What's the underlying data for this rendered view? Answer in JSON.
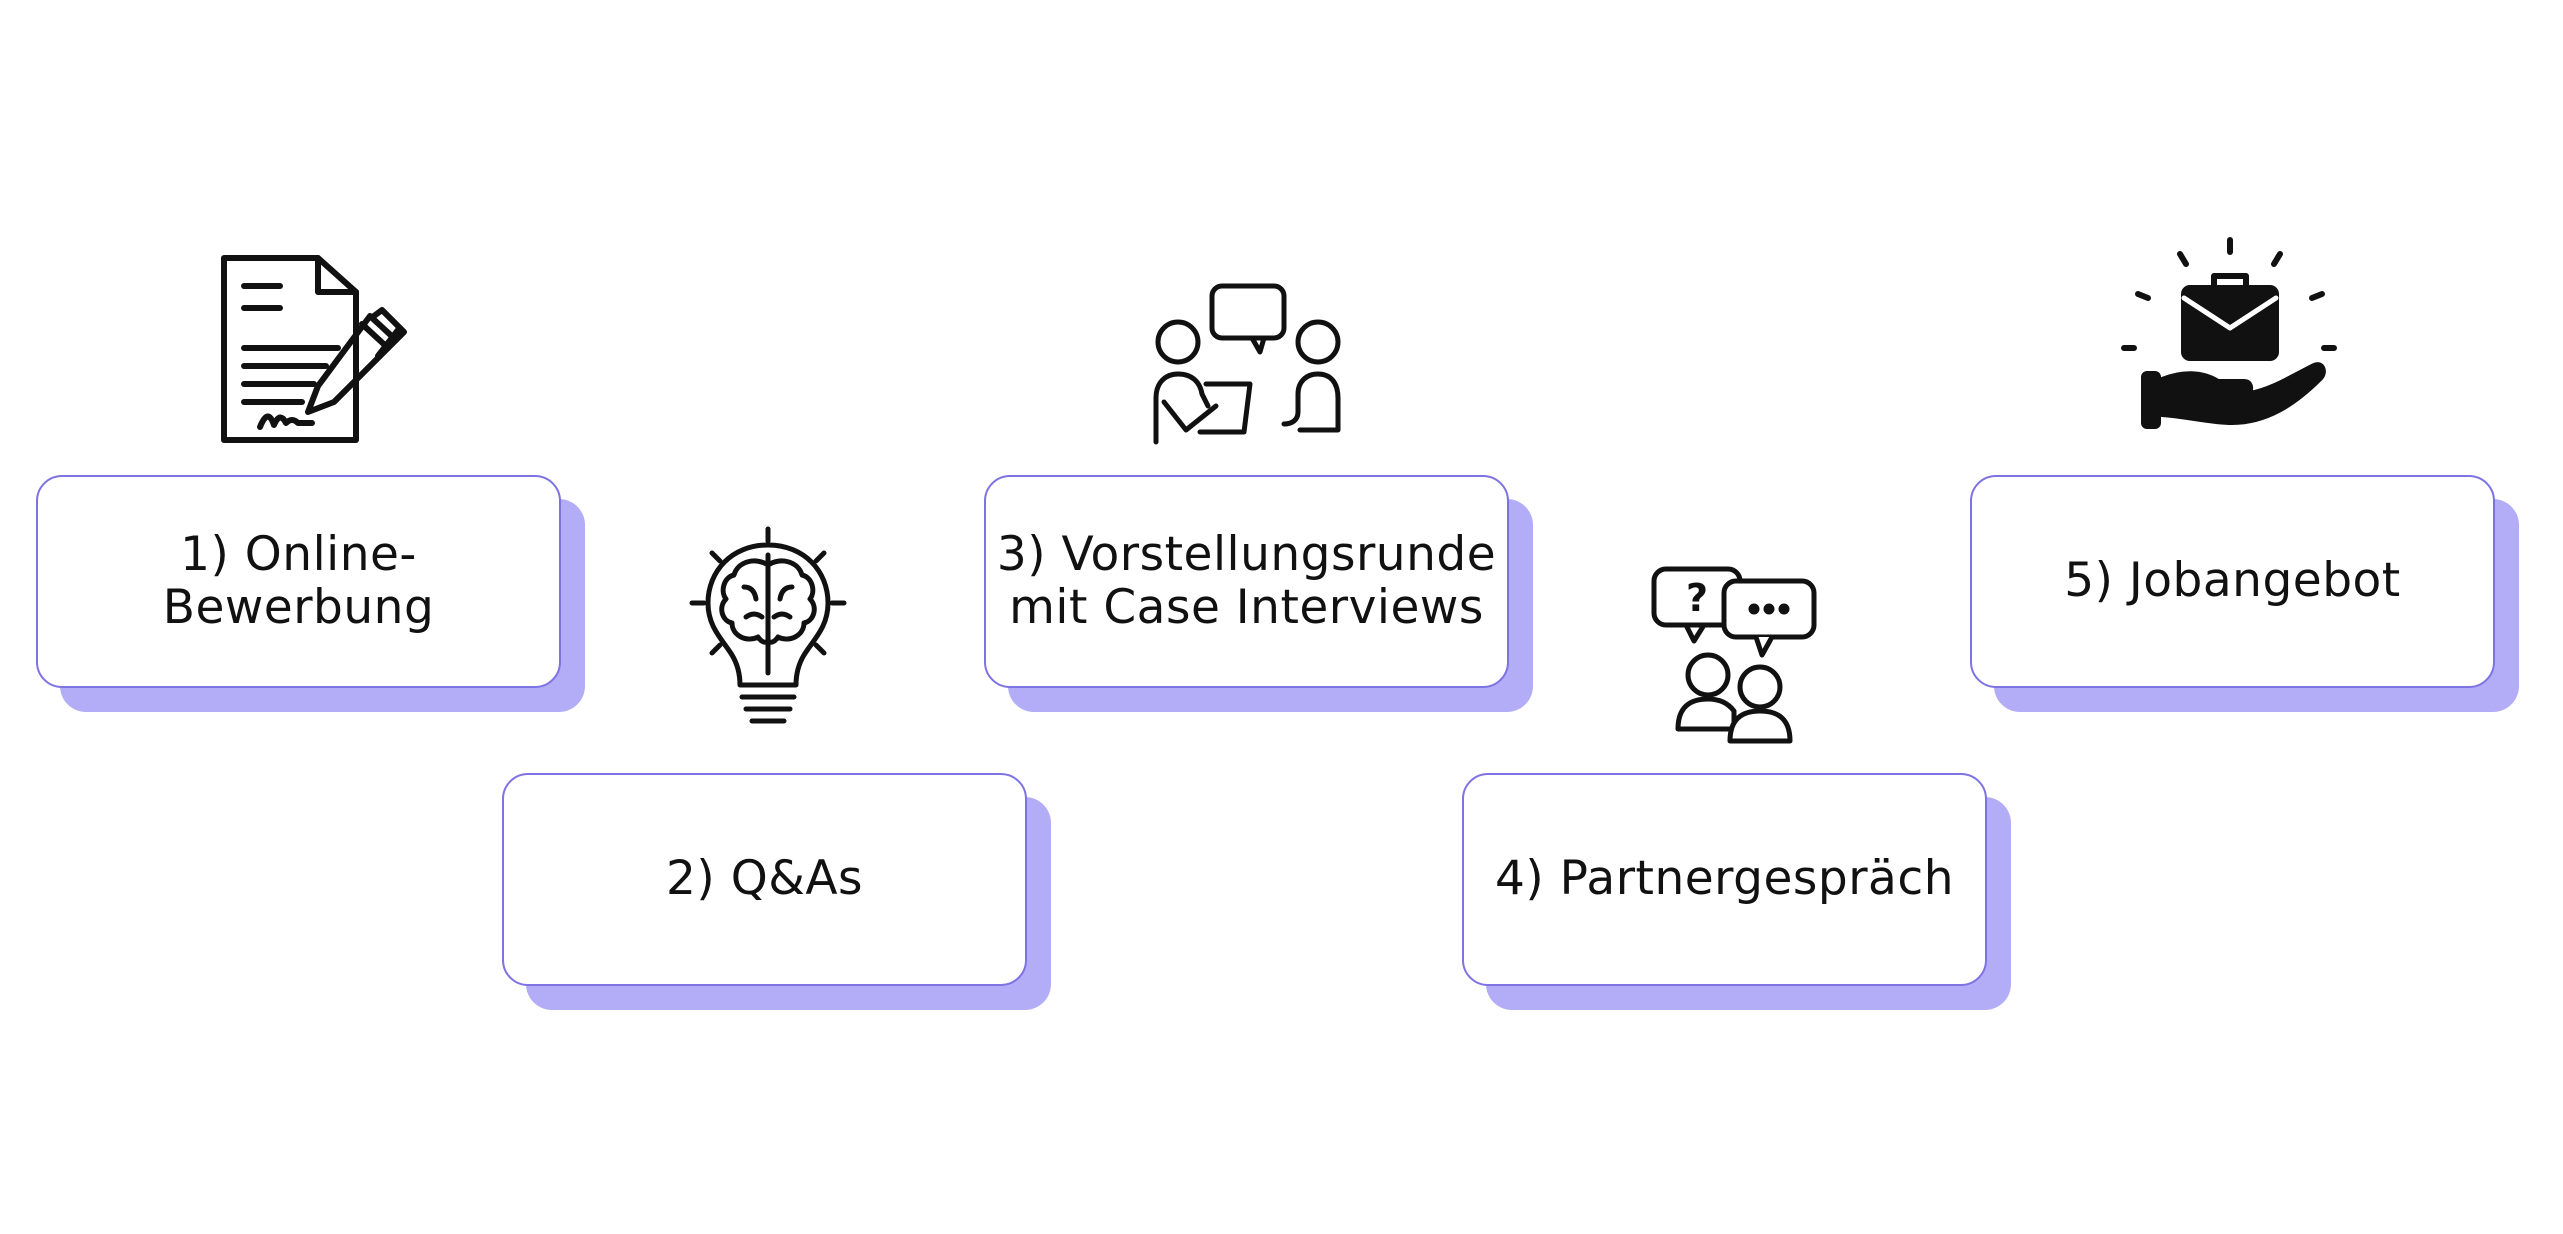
{
  "steps": [
    {
      "label": "1) Online-Bewerbung",
      "icon": "document-signature-icon"
    },
    {
      "label": "2) Q&As",
      "icon": "lightbulb-brain-icon"
    },
    {
      "label": "3) Vorstellungsrunde\nmit Case Interviews",
      "icon": "conversation-icon"
    },
    {
      "label": "4) Partnergespräch",
      "icon": "discussion-icon"
    },
    {
      "label": "5) Jobangebot",
      "icon": "job-offer-icon"
    }
  ],
  "colors": {
    "box_border": "#7e73e3",
    "box_shadow": "#b3adf8",
    "text": "#111111",
    "icon_stroke": "#111111"
  }
}
